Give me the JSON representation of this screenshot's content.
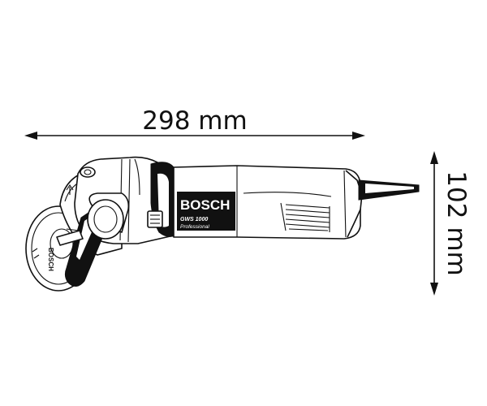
{
  "dimensions": {
    "length": "298 mm",
    "height": "102 mm"
  },
  "tool": {
    "brand": "BOSCH",
    "model": "GWS 1000",
    "line": "Professional",
    "disc_brand": "BOSCH"
  },
  "colors": {
    "line": "#111111",
    "background": "#ffffff"
  }
}
